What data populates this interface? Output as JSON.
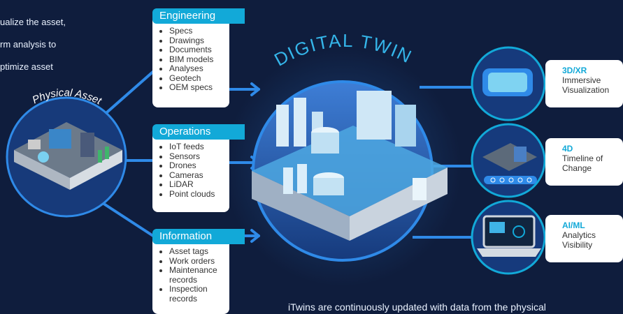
{
  "intro_text": [
    "ualize the asset,",
    "rm analysis to",
    "ptimize asset"
  ],
  "physical_asset_label": "Physical Asset",
  "digital_twin_label": "DIGITAL TWIN",
  "sources": [
    {
      "title": "Engineering",
      "items": [
        "Specs",
        "Drawings",
        "Documents",
        "BIM models",
        "Analyses",
        "Geotech",
        "OEM specs"
      ]
    },
    {
      "title": "Operations",
      "items": [
        "IoT feeds",
        "Sensors",
        "Drones",
        "Cameras",
        "LiDAR",
        "Point clouds"
      ]
    },
    {
      "title": "Information",
      "items": [
        "Asset tags",
        "Work orders",
        "Maintenance records",
        "Inspection records"
      ]
    }
  ],
  "outputs": [
    {
      "key": "3D/XR",
      "lines": [
        "Immersive",
        "Visualization"
      ]
    },
    {
      "key": "4D",
      "lines": [
        "Timeline of",
        "Change"
      ]
    },
    {
      "key": "AI/ML",
      "lines": [
        "Analytics",
        "Visibility"
      ]
    }
  ],
  "footer": "iTwins are continuously updated with data from the physical",
  "colors": {
    "background": "#0f1d3d",
    "accent": "#12a9d8",
    "glow": "#2e8fff"
  }
}
